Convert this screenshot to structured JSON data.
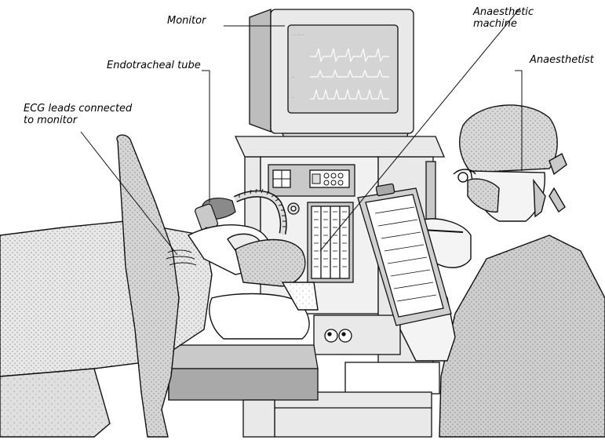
{
  "labels": {
    "monitor": "Monitor",
    "endotracheal_tube": "Endotracheal tube",
    "ecg_leads": "ECG leads connected\nto monitor",
    "anaesthetic_machine": "Anaesthetic\nmachine",
    "anaesthetist": "Anaesthetist"
  },
  "colors": {
    "ink": "#111111",
    "gray_fill": "#c9c9c9",
    "light_fill": "#e9e9e9",
    "mid_fill": "#a9a9a9",
    "dark_fill": "#8a8a8a",
    "screen": "#d4d4d4",
    "trace": "#ffffff"
  }
}
